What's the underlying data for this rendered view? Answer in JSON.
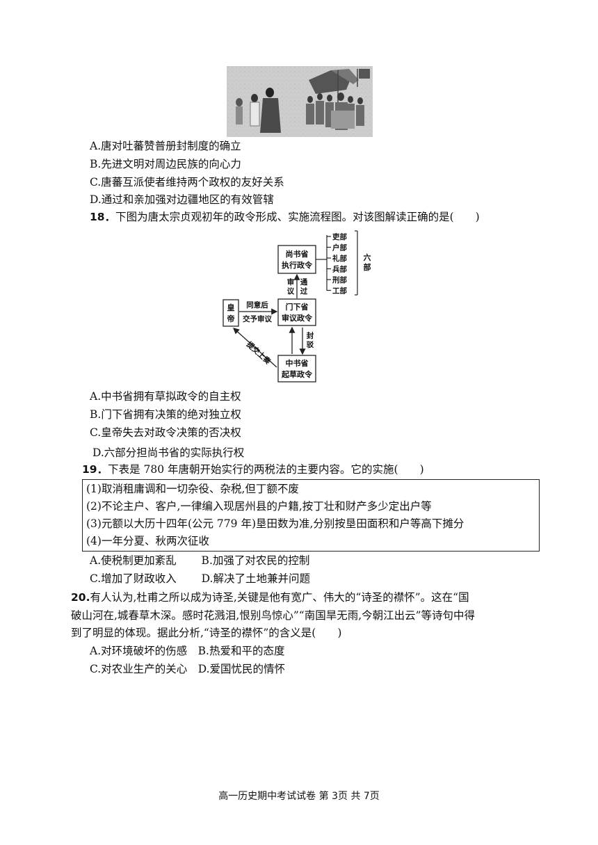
{
  "q17": {
    "options": [
      "A.唐对吐蕃赞普册封制度的确立",
      "B.先进文明对周边民族的向心力",
      "C.唐蕃互派使者维持两个政权的友好关系",
      "D.通过和亲加强对边疆地区的有效管辖"
    ]
  },
  "q18": {
    "number": "18．",
    "stem": "下图为唐太宗贞观初年的政令形成、实施流程图。对该图解读正确的是(　　)",
    "diagram": {
      "shangshu_line1": "尚书省",
      "shangshu_line2": "执行政令",
      "menxia_line1": "门下省",
      "menxia_line2": "审议政令",
      "zhongshu_line1": "中书省",
      "zhongshu_line2": "起草政令",
      "emperor": "皇帝",
      "ministries": [
        "吏部",
        "户部",
        "礼部",
        "兵部",
        "刑部",
        "工部"
      ],
      "six_ministries": "六部",
      "review": "审议",
      "pass": "通过",
      "return": "封驳",
      "approve_line1": "同意后",
      "approve_line2": "交予审议",
      "submit": "提交上奏"
    },
    "options": [
      "A.中书省拥有草拟政令的自主权",
      "B.门下省拥有决策的绝对独立权",
      "C.皇帝失去对政令决策的否决权",
      "D.六部分担尚书省的实际执行权"
    ]
  },
  "q19": {
    "number": "19．",
    "stem": "下表是 780 年唐朝开始实行的两税法的主要内容。它的实施(　　)",
    "table_rows": [
      "(1)取消租庸调和一切杂役、杂税,但丁额不废",
      "(2)不论主户、客户,一律编入现居州县的户籍,按丁壮和财产多少定出户等",
      "(3)元额以大历十四年(公元 779 年)垦田数为准,分别按垦田面积和户等高下摊分",
      "(4)一年分夏、秋两次征收"
    ],
    "options_row1": "A.使税制更加紊乱　　 B.加强了对农民的控制",
    "options_row2": "C.增加了财政收入　　 D.解决了土地兼并问题"
  },
  "q20": {
    "number": "20.",
    "stem_line1": "有人认为,杜甫之所以成为诗圣,关键是他有宽广、伟大的“诗圣的襟怀”。这在“国",
    "stem_line2": "破山河在,城春草木深。感时花溅泪,恨别鸟惊心”“南国旱无雨,今朝江出云”等诗句中得",
    "stem_line3": "到了明显的体现。据此分析,“诗圣的襟怀”的含义是(　　)",
    "options_row1": "A.对环境破坏的伤感　B.热爱和平的态度",
    "options_row2": "C.对农业生产的关心　D.爱国忧民的情怀"
  },
  "footer": "高一历史期中考试试卷 第 3页 共 7页",
  "colors": {
    "text": "#111111",
    "painting_bg": "#cfcfcf"
  }
}
